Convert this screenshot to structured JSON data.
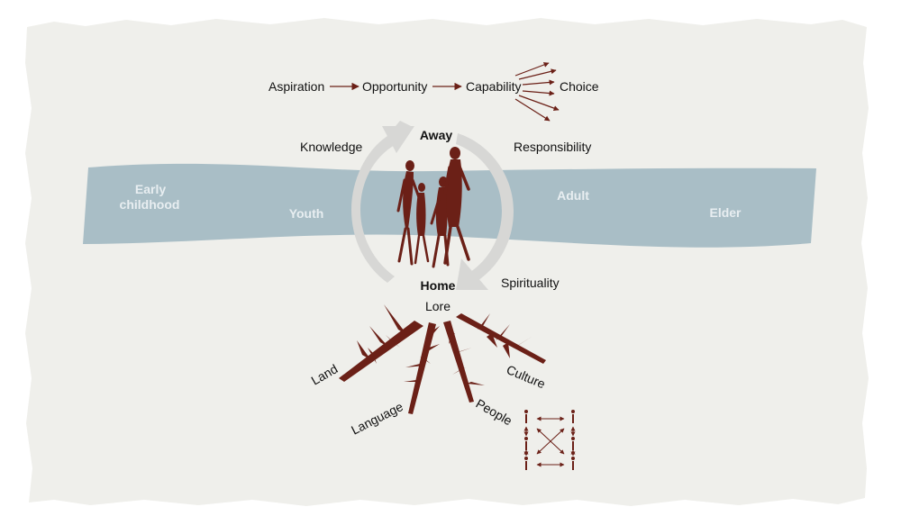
{
  "colors": {
    "paper": "#efefeb",
    "band": "#a9bec6",
    "band_text": "#e8eef1",
    "cycle_arrow": "#d7d7d5",
    "accent": "#6b2017",
    "text": "#111111"
  },
  "pathway": [
    "Aspiration",
    "Opportunity",
    "Capability",
    "Choice"
  ],
  "cycle": {
    "top": "Away",
    "bottom": "Home",
    "left": "Knowledge",
    "right_top": "Responsibility",
    "right_bottom": "Spirituality"
  },
  "life_stages": {
    "early_line1": "Early",
    "early_line2": "childhood",
    "youth": "Youth",
    "adult": "Adult",
    "elder": "Elder"
  },
  "roots": {
    "center": "Lore",
    "land": "Land",
    "language": "Language",
    "people": "People",
    "culture": "Culture"
  },
  "icons": {
    "family": "family-figures-icon",
    "kinship": "kinship-network-icon",
    "roots": "root-branches-icon"
  }
}
